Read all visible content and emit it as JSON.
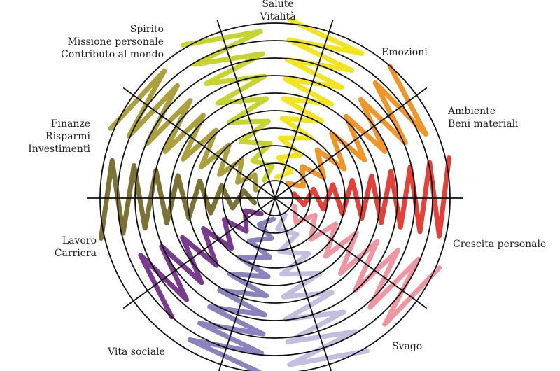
{
  "segments": [
    {
      "id": "salute",
      "lines": [
        "Salute",
        "Vitalità"
      ],
      "color": "#f2e51f"
    },
    {
      "id": "emozioni",
      "lines": [
        "Emozioni"
      ],
      "color": "#f0952a"
    },
    {
      "id": "ambiente",
      "lines": [
        "Ambiente",
        "Beni materiali"
      ],
      "color": "#e3423b"
    },
    {
      "id": "crescita",
      "lines": [
        "Crescita personale"
      ],
      "color": "#ef96a3"
    },
    {
      "id": "svago",
      "lines": [
        "Svago"
      ],
      "color": "#c3bedf"
    },
    {
      "id": "vita-sociale",
      "lines": [
        "Vita sociale"
      ],
      "color": "#8b83c0"
    },
    {
      "id": "vita-sociale-2",
      "lines": [],
      "color": "#7a3a90"
    },
    {
      "id": "lavoro",
      "lines": [
        "Lavoro",
        "Carriera"
      ],
      "color": "#7d7235"
    },
    {
      "id": "finanze",
      "lines": [
        "Finanze",
        "Risparmi",
        "Investimenti"
      ],
      "color": "#aba03c"
    },
    {
      "id": "spirito",
      "lines": [
        "Spirito",
        "Missione personale",
        "Contributo al mondo"
      ],
      "color": "#c7d430"
    }
  ]
}
